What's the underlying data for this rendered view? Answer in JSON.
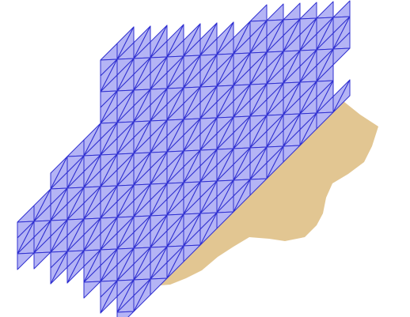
{
  "diagram": {
    "kind": "tiling-overlay",
    "colors": {
      "background": "#ffffff",
      "region_fill": "#e2c692",
      "tile_fill": "#b4b4f5",
      "tile_fill_opacity": 0.55,
      "tile_stroke": "#2f2fd0"
    },
    "tile_shape": "triangle",
    "texts": []
  }
}
